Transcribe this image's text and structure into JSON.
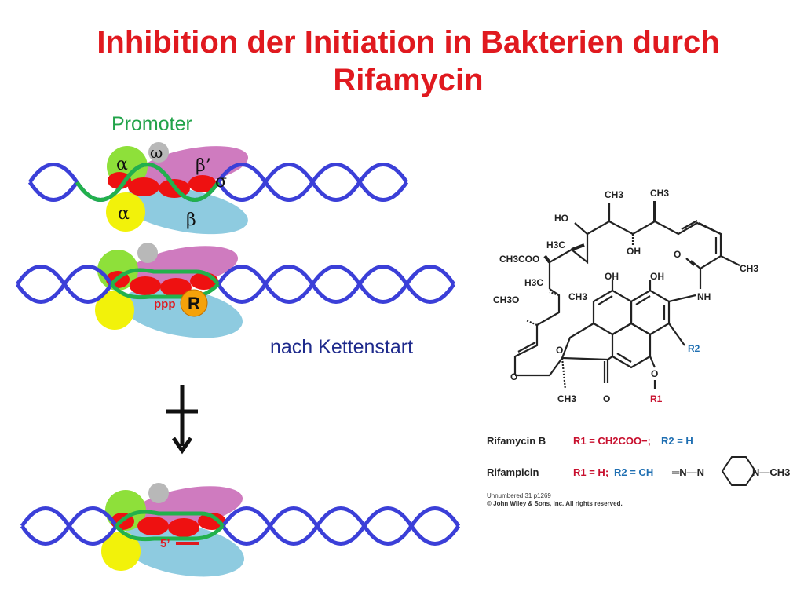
{
  "title": "Inhibition der Initiation in Bakterien durch Rifamycin",
  "labels": {
    "promoter": "Promoter",
    "after_start": "nach Kettenstart",
    "ppp": "ppp",
    "rif_marker": "R",
    "five_prime": "5’"
  },
  "subunits": {
    "alpha": "α",
    "omega": "ω",
    "beta_prime": "β’",
    "sigma": "σ",
    "beta": "β"
  },
  "structure": {
    "atoms": {
      "ch3_a": "CH3",
      "ch3_b": "CH3",
      "ho": "HO",
      "h3c_a": "H3C",
      "oh_a": "OH",
      "o_amide": "O",
      "ch3coo": "CH3COO",
      "ch3_c": "CH3",
      "h3c_b": "H3C",
      "oh_b": "OH",
      "oh_c": "OH",
      "ch3o": "CH3O",
      "ch3_d": "CH3",
      "nh": "NH",
      "o_ring": "O",
      "r2": "R2",
      "o_ether": "O",
      "o_r1": "O",
      "ch3_e": "CH3",
      "o_keto": "O",
      "r1": "R1"
    },
    "legend": {
      "rifamycin_b": {
        "name": "Rifamycin B",
        "r1": "R1 = CH2COO−;",
        "r2": "R2 = H"
      },
      "rifampicin": {
        "name": "Rifampicin",
        "r1": "R1 = H;",
        "r2": "R2 = CH",
        "substituent": "═N—N",
        "n": "N—CH3"
      }
    },
    "credit_line1": "Unnumbered 31 p1269",
    "credit_line2": "© John Wiley & Sons, Inc. All rights reserved."
  },
  "colors": {
    "title": "#e0191f",
    "dna_blue": "#3b3fd8",
    "dna_green": "#22b14c",
    "alpha_green": "#8ee03a",
    "alpha_yellow": "#f2f20a",
    "beta_prime_pink": "#cf7bbf",
    "beta_blue": "#8ecbe0",
    "sigma_red": "#ee1111",
    "omega_gray": "#b8b8b8",
    "r1_red": "#c8102e",
    "r2_blue": "#1f6fb2"
  }
}
